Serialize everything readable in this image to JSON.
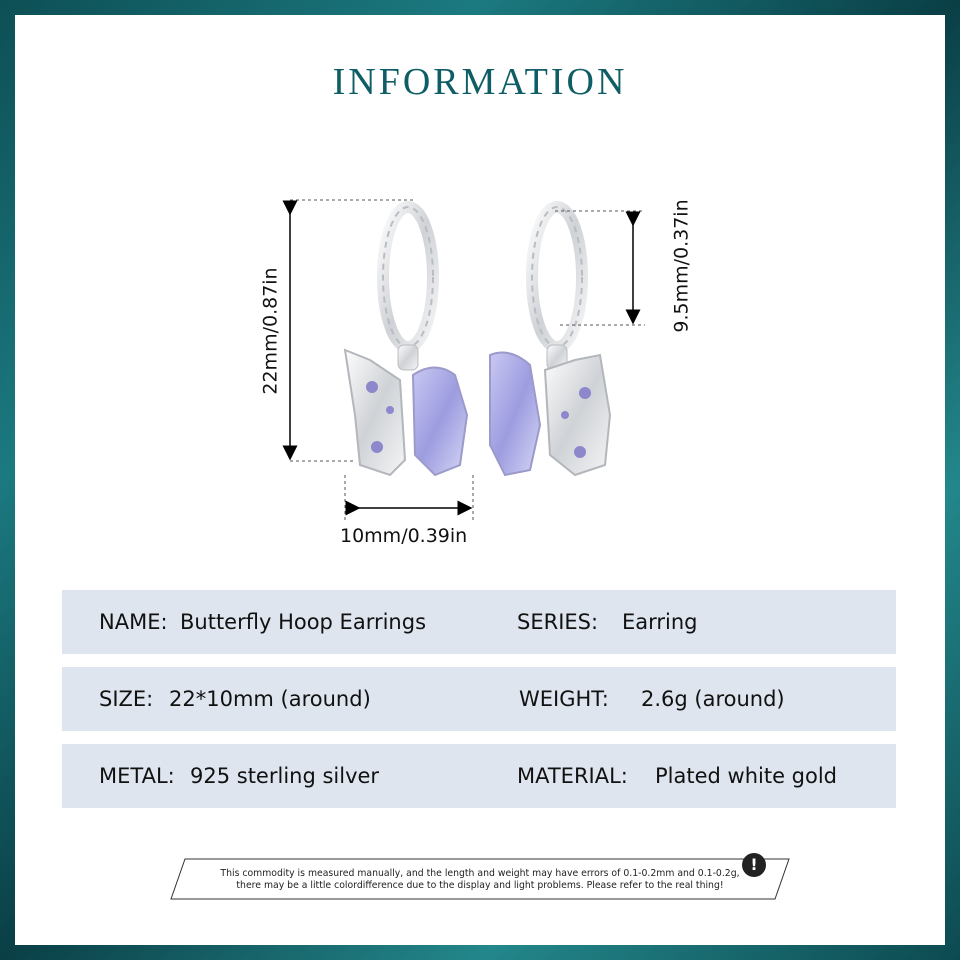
{
  "title": "INFORMATION",
  "dimensions": {
    "height": "22mm/0.87in",
    "hoop": "9.5mm/0.37in",
    "width": "10mm/0.39in"
  },
  "specs": {
    "name_label": "NAME:",
    "name_value": "Butterfly Hoop Earrings",
    "series_label": "SERIES:",
    "series_value": "Earring",
    "size_label": "SIZE:",
    "size_value": "22*10mm (around)",
    "weight_label": "WEIGHT:",
    "weight_value": "2.6g (around)",
    "metal_label": "METAL:",
    "metal_value": "925 sterling silver",
    "material_label": "MATERIAL:",
    "material_value": "Plated white gold"
  },
  "disclaimer": {
    "line1": "This commodity is measured manually, and the length and weight may have errors of 0.1-0.2mm and 0.1-0.2g,",
    "line2": "there may be a little colordifference due to the display and light problems. Please refer to the real thing!",
    "icon": "exclamation-icon"
  },
  "colors": {
    "title": "#0f5e66",
    "row_bg": "#dee5ef",
    "frame": "#0d4f55",
    "gem": "#a9a6e6"
  }
}
